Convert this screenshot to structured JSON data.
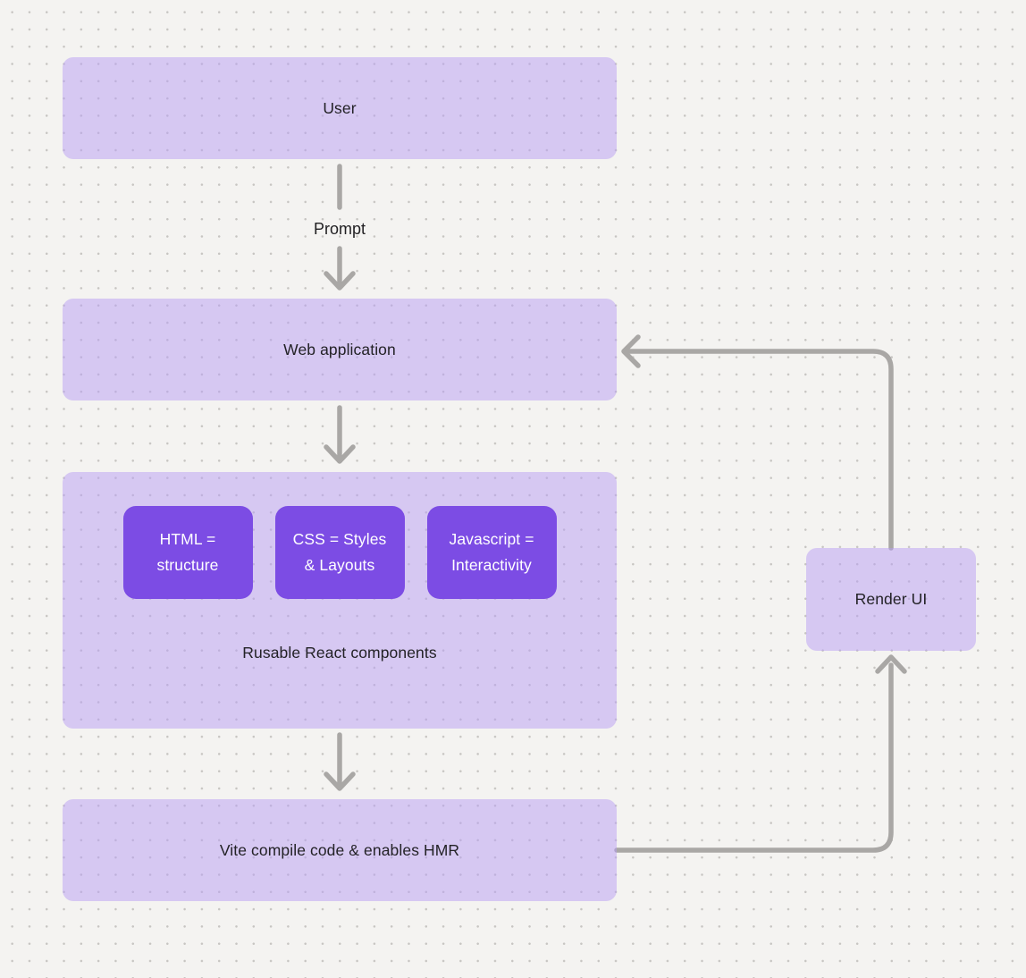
{
  "diagram": {
    "nodes": {
      "user": {
        "label": "User"
      },
      "web_application": {
        "label": "Web application"
      },
      "components": {
        "caption": "Rusable React components",
        "items": [
          {
            "label": "HTML =\nstructure"
          },
          {
            "label": "CSS = Styles\n& Layouts"
          },
          {
            "label": "Javascript =\nInteractivity"
          }
        ]
      },
      "vite": {
        "label": "Vite compile code & enables HMR"
      },
      "render_ui": {
        "label": "Render UI"
      }
    },
    "edges": {
      "prompt_label": "Prompt"
    },
    "colors": {
      "background": "#f4f3f1",
      "dot_grid": "#c7c5c2",
      "node_fill": "#d6cbf5",
      "accent_fill": "#7c4ce4",
      "connector": "#a9a7a5",
      "text_dark": "#232226",
      "text_light": "#ffffff"
    }
  }
}
